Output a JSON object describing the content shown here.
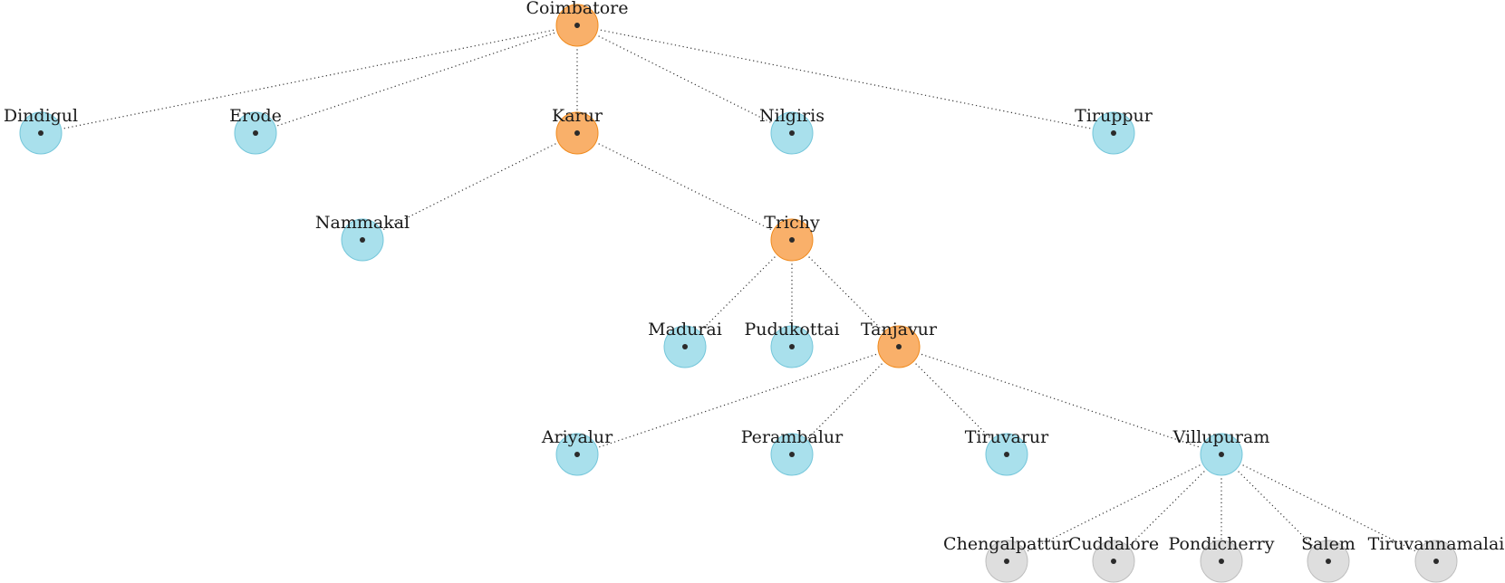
{
  "colors": {
    "expanded_fill": "#f9b06a",
    "expanded_stroke": "#f08a1c",
    "leaf_fill": "#a9e0ec",
    "leaf_stroke": "#74c6da",
    "far_fill": "#dedede",
    "far_stroke": "#bdbdbd"
  },
  "nodes": [
    {
      "id": "coimbatore",
      "label": "Coimbatore",
      "kind": "expanded"
    },
    {
      "id": "dindigul",
      "label": "Dindigul",
      "kind": "leaf"
    },
    {
      "id": "erode",
      "label": "Erode",
      "kind": "leaf"
    },
    {
      "id": "karur",
      "label": "Karur",
      "kind": "expanded"
    },
    {
      "id": "nilgiris",
      "label": "Nilgiris",
      "kind": "leaf"
    },
    {
      "id": "tiruppur",
      "label": "Tiruppur",
      "kind": "leaf"
    },
    {
      "id": "nammakal",
      "label": "Nammakal",
      "kind": "leaf"
    },
    {
      "id": "trichy",
      "label": "Trichy",
      "kind": "expanded"
    },
    {
      "id": "madurai",
      "label": "Madurai",
      "kind": "leaf"
    },
    {
      "id": "pudukottai",
      "label": "Pudukottai",
      "kind": "leaf"
    },
    {
      "id": "tanjavur",
      "label": "Tanjavur",
      "kind": "expanded"
    },
    {
      "id": "ariyalur",
      "label": "Ariyalur",
      "kind": "leaf"
    },
    {
      "id": "perambalur",
      "label": "Perambalur",
      "kind": "leaf"
    },
    {
      "id": "tiruvarur",
      "label": "Tiruvarur",
      "kind": "leaf"
    },
    {
      "id": "villupuram",
      "label": "Villupuram",
      "kind": "leaf"
    },
    {
      "id": "chengalpattur",
      "label": "Chengalpattur",
      "kind": "far"
    },
    {
      "id": "cuddalore",
      "label": "Cuddalore",
      "kind": "far"
    },
    {
      "id": "pondicherry",
      "label": "Pondicherry",
      "kind": "far"
    },
    {
      "id": "salem",
      "label": "Salem",
      "kind": "far"
    },
    {
      "id": "tiruvannamalai",
      "label": "Tiruvannamalai",
      "kind": "far"
    }
  ],
  "edges": [
    [
      "coimbatore",
      "dindigul"
    ],
    [
      "coimbatore",
      "erode"
    ],
    [
      "coimbatore",
      "karur"
    ],
    [
      "coimbatore",
      "nilgiris"
    ],
    [
      "coimbatore",
      "tiruppur"
    ],
    [
      "karur",
      "nammakal"
    ],
    [
      "karur",
      "trichy"
    ],
    [
      "trichy",
      "madurai"
    ],
    [
      "trichy",
      "pudukottai"
    ],
    [
      "trichy",
      "tanjavur"
    ],
    [
      "tanjavur",
      "ariyalur"
    ],
    [
      "tanjavur",
      "perambalur"
    ],
    [
      "tanjavur",
      "tiruvarur"
    ],
    [
      "tanjavur",
      "villupuram"
    ],
    [
      "villupuram",
      "chengalpattur"
    ],
    [
      "villupuram",
      "cuddalore"
    ],
    [
      "villupuram",
      "pondicherry"
    ],
    [
      "villupuram",
      "salem"
    ],
    [
      "villupuram",
      "tiruvannamalai"
    ]
  ]
}
